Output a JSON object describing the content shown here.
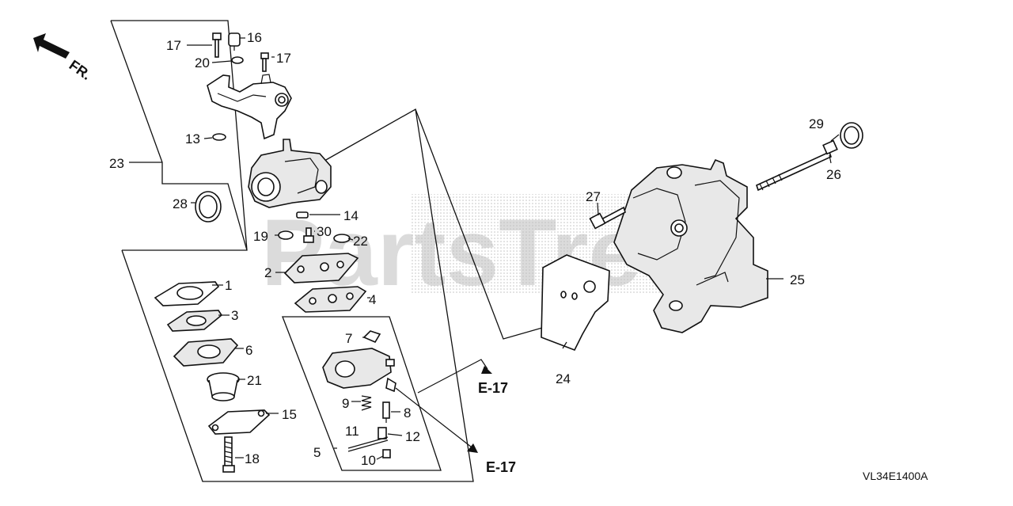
{
  "diagram": {
    "code": "VL34E1400A",
    "direction_label": "FR.",
    "watermark": "PartsTree",
    "refs": [
      "E-17",
      "E-17"
    ],
    "callouts": [
      "1",
      "2",
      "3",
      "4",
      "5",
      "6",
      "7",
      "8",
      "9",
      "10",
      "11",
      "12",
      "13",
      "14",
      "15",
      "16",
      "17",
      "17",
      "18",
      "19",
      "20",
      "21",
      "22",
      "23",
      "24",
      "25",
      "26",
      "27",
      "28",
      "29",
      "30"
    ]
  }
}
